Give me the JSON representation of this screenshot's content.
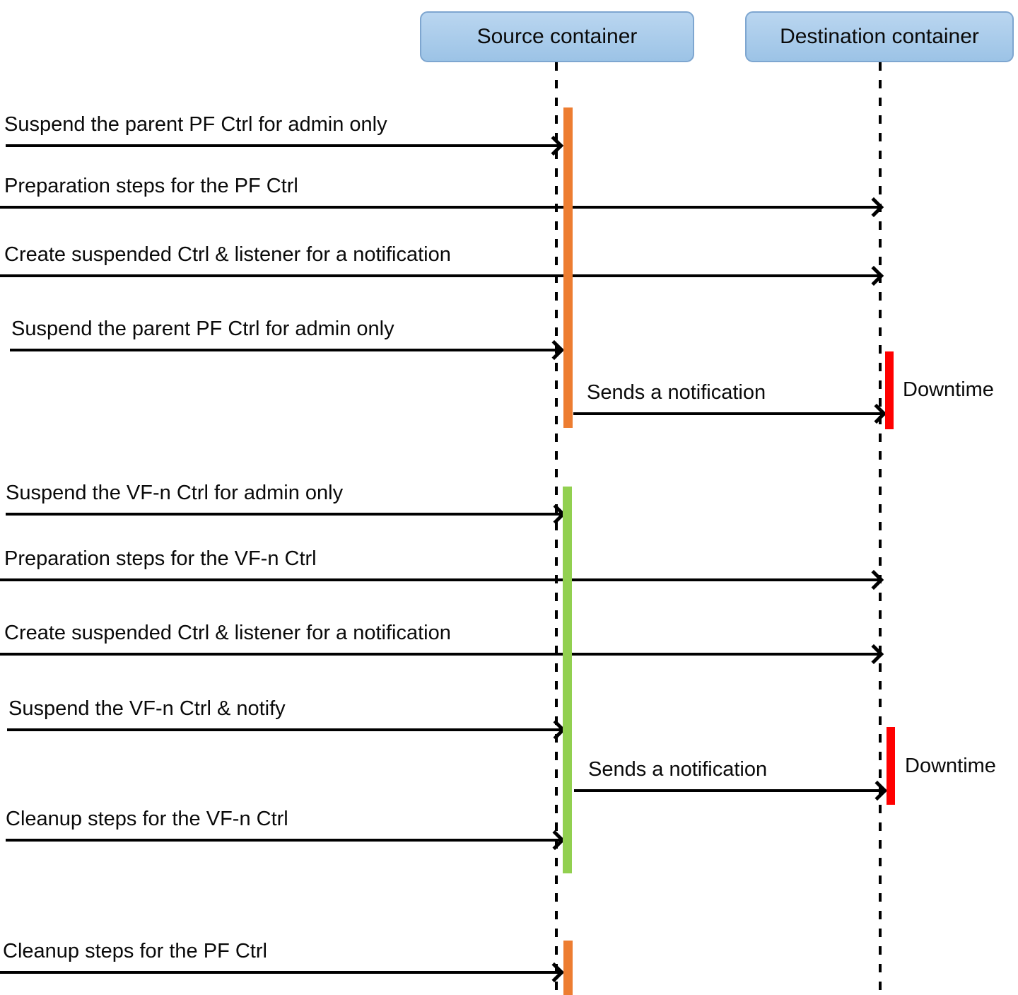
{
  "diagram": {
    "type": "sequence-diagram",
    "actors": [
      {
        "id": "source",
        "label": "Source container"
      },
      {
        "id": "destination",
        "label": "Destination container"
      }
    ],
    "messages": [
      {
        "label": "Suspend the parent PF Ctrl for admin only",
        "from": "external",
        "to": "source"
      },
      {
        "label": "Preparation steps for the PF Ctrl",
        "from": "external",
        "to": "destination"
      },
      {
        "label": "Create suspended Ctrl & listener for a notification",
        "from": "external",
        "to": "destination"
      },
      {
        "label": "Suspend the parent PF Ctrl for admin only",
        "from": "external",
        "to": "source"
      },
      {
        "label": "Sends a notification",
        "from": "source",
        "to": "destination"
      },
      {
        "label": "Suspend the VF-n Ctrl for admin only",
        "from": "external",
        "to": "source"
      },
      {
        "label": "Preparation steps for the VF-n Ctrl",
        "from": "external",
        "to": "destination"
      },
      {
        "label": "Create suspended Ctrl & listener for a notification",
        "from": "external",
        "to": "destination"
      },
      {
        "label": "Suspend the VF-n Ctrl & notify",
        "from": "external",
        "to": "source"
      },
      {
        "label": "Sends a notification",
        "from": "source",
        "to": "destination"
      },
      {
        "label": "Cleanup steps for the VF-n Ctrl",
        "from": "external",
        "to": "source"
      },
      {
        "label": "Cleanup steps for the PF Ctrl",
        "from": "external",
        "to": "source"
      }
    ],
    "annotations": [
      {
        "label": "Downtime"
      },
      {
        "label": "Downtime"
      }
    ],
    "activations": [
      {
        "lifeline": "source",
        "color_key": "activation-orange"
      },
      {
        "lifeline": "source",
        "color_key": "activation-green"
      },
      {
        "lifeline": "source",
        "color_key": "activation-orange"
      },
      {
        "lifeline": "destination",
        "color_key": "downtime-red"
      },
      {
        "lifeline": "destination",
        "color_key": "downtime-red"
      }
    ],
    "colors": {
      "activation-orange": "#ED7D31",
      "activation-green": "#92D050",
      "downtime-red": "#FF0000",
      "actor-fill-top": "#BAD6F0",
      "actor-fill-bottom": "#9CC3E6",
      "actor-border": "#7EA6D0",
      "line": "#000000"
    }
  }
}
